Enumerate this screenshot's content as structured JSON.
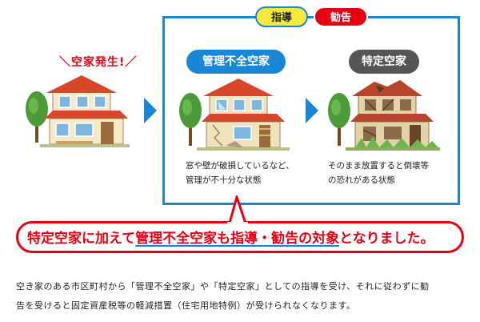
{
  "tags": {
    "guidance": "指導",
    "advice": "勧告"
  },
  "occurrence_label": "＼空家発生!／",
  "stages": [
    {
      "title": "管理不全空家",
      "description_lines": [
        "窓や壁が破損しているなど、",
        "管理が不十分な状態"
      ]
    },
    {
      "title": "特定空家",
      "description_lines": [
        "そのまま放置すると倒壊等",
        "の恐れがある状態"
      ]
    }
  ],
  "banner": {
    "part1": "特定空家に加えて",
    "highlight": "管理不全空家も指導・勧告の対象",
    "part2": "となりました。"
  },
  "body": {
    "line1": "空き家のある市区町村から「管理不全空家」や「特定空家」としての指導を受け、それに従わずに勧",
    "line2": "告を受けると固定資産税等の軽減措置（住宅用地特例）が受けられなくなります。"
  },
  "colors": {
    "frame_blue": "#1a86d6",
    "alert_red": "#e60012",
    "tag_yellow": "#f6ea3c",
    "label_gray": "#555555",
    "roof_red": "#d9472b",
    "wall_cream": "#f5e9c8",
    "tree_green": "#4c9a3a"
  },
  "icons": [
    "house-new-icon",
    "house-damaged-icon",
    "house-ruined-icon",
    "arrow-right-icon",
    "tree-icon"
  ]
}
